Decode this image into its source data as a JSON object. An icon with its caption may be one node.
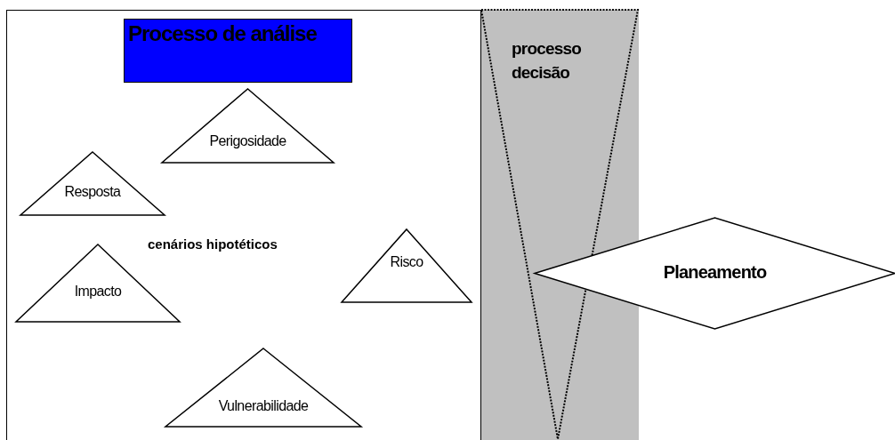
{
  "diagram": {
    "nodes": [
      {
        "text": [
          "cenários hipotéticos"
        ]
      },
      {
        "text": [
          "Processo de análise"
        ],
        "in": 0
      },
      {
        "text": [
          "Perigosidade"
        ],
        "in": 0
      },
      {
        "text": [
          "Resposta"
        ],
        "in": 0
      },
      {
        "text": [
          "Impacto"
        ],
        "in": 0
      },
      {
        "text": [
          "Risco"
        ],
        "in": 0
      },
      {
        "text": [
          "Vulnerabilidade"
        ],
        "in": 0
      },
      {
        "text": [],
        "shape": "bar"
      },
      {
        "text": [
          "processo decisão"
        ],
        "in": 7
      },
      {
        "text": [
          "Planeamento"
        ]
      }
    ]
  }
}
